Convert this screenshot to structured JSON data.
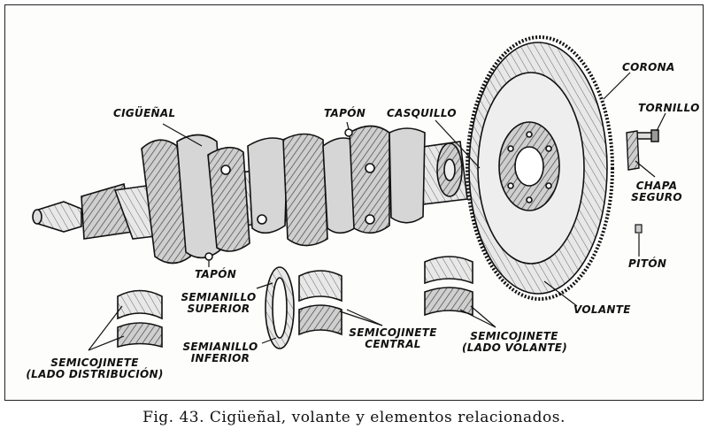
{
  "labels": {
    "ciguenal": "CIGÜEÑAL",
    "tapon_top": "TAPÓN",
    "casquillo": "CASQUILLO",
    "corona": "CORONA",
    "tornillo": "TORNILLO",
    "chapa_seguro_1": "CHAPA",
    "chapa_seguro_2": "SEGURO",
    "piton": "PITÓN",
    "volante": "VOLANTE",
    "tapon_bottom": "TAPÓN",
    "semianillo_superior_1": "SEMIANILLO",
    "semianillo_superior_2": "SUPERIOR",
    "semianillo_inferior_1": "SEMIANILLO",
    "semianillo_inferior_2": "INFERIOR",
    "semicojinete_central_1": "SEMICOJINETE",
    "semicojinete_central_2": "CENTRAL",
    "semicojinete_volante_1": "SEMICOJINETE",
    "semicojinete_volante_2": "(LADO VOLANTE)",
    "semicojinete_distribucion_1": "SEMICOJINETE",
    "semicojinete_distribucion_2": "(LADO DISTRIBUCIÓN)"
  },
  "caption": "Fig. 43.  Cigüeñal, volante y elementos relacionados."
}
